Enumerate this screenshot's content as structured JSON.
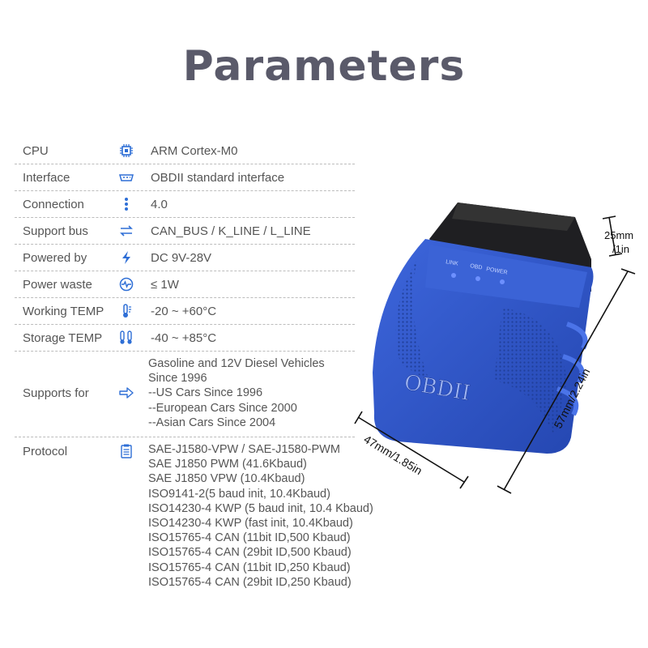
{
  "title": "Parameters",
  "rows": [
    {
      "label": "CPU",
      "icon": "chip-icon",
      "value": "ARM Cortex-M0"
    },
    {
      "label": "Interface",
      "icon": "connector-icon",
      "value": "OBDII standard interface"
    },
    {
      "label": "Connection",
      "icon": "bluetooth-icon",
      "value": "4.0"
    },
    {
      "label": "Support bus",
      "icon": "swap-arrows-icon",
      "value": "CAN_BUS / K_LINE / L_LINE"
    },
    {
      "label": "Powered by",
      "icon": "lightning-icon",
      "value": "DC 9V-28V"
    },
    {
      "label": "Power waste",
      "icon": "pulse-icon",
      "value": "≤ 1W"
    },
    {
      "label": "Working TEMP",
      "icon": "thermometer-icon",
      "value": "-20 ~ +60°C"
    },
    {
      "label": "Storage TEMP",
      "icon": "thermometer-pair-icon",
      "value": "-40 ~ +85°C"
    }
  ],
  "supports": {
    "label": "Supports for",
    "icon": "arrow-right-icon",
    "lines": [
      "Gasoline and 12V Diesel Vehicles",
      "Since 1996",
      "--US Cars Since 1996",
      "--European Cars Since 2000",
      "--Asian Cars Since 2004"
    ]
  },
  "protocol": {
    "label": "Protocol",
    "icon": "clipboard-list-icon",
    "lines": [
      "SAE-J1580-VPW / SAE-J1580-PWM",
      "SAE J1850 PWM (41.6Kbaud)",
      "SAE J1850 VPW (10.4Kbaud)",
      "ISO9141-2(5 baud init, 10.4Kbaud)",
      "ISO14230-4 KWP (5 baud init, 10.4 Kbaud)",
      "ISO14230-4 KWP (fast init, 10.4Kbaud)",
      "ISO15765-4 CAN (11bit ID,500 Kbaud)",
      "ISO15765-4 CAN (29bit ID,500 Kbaud)",
      "ISO15765-4 CAN (11bit ID,250 Kbaud)",
      "ISO15765-4 CAN (29bit ID,250 Kbaud)"
    ]
  },
  "device": {
    "brand": "OBDII",
    "leds": [
      "LINK",
      "OBD",
      "POWER"
    ],
    "dim_height": "25mm\n/1in",
    "dim_length": "57mm/2.24in",
    "dim_width": "47mm/1.85in",
    "body_color": "#2f56c8",
    "accent_color": "#2f6fd6"
  }
}
